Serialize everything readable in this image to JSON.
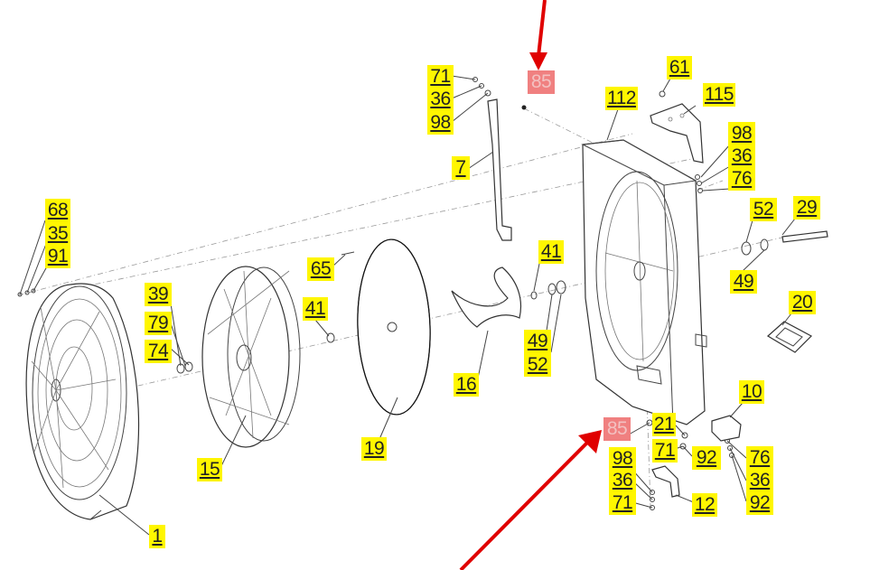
{
  "callouts": {
    "c68": "68",
    "c35": "35",
    "c91": "91",
    "c39": "39",
    "c79": "79",
    "c74": "74",
    "c15": "15",
    "c1": "1",
    "c65": "65",
    "c41a": "41",
    "c19": "19",
    "c71a": "71",
    "c36a": "36",
    "c98a": "98",
    "c85a": "85",
    "c7": "7",
    "c41b": "41",
    "c16": "16",
    "c49a": "49",
    "c52a": "52",
    "c112": "112",
    "c61": "61",
    "c115": "115",
    "c98b": "98",
    "c36b": "36",
    "c76a": "76",
    "c52b": "52",
    "c29": "29",
    "c49b": "49",
    "c20": "20",
    "c10": "10",
    "c85b": "85",
    "c21": "21",
    "c71b": "71",
    "c92a": "92",
    "c98c": "98",
    "c36c": "36",
    "c71c": "71",
    "c12": "12",
    "c76b": "76",
    "c36d": "36",
    "c92b": "92"
  },
  "colors": {
    "callout_bg": "#fff600",
    "highlight_bg": "#f08080",
    "arrow": "#e00000",
    "linework": "#333333"
  }
}
